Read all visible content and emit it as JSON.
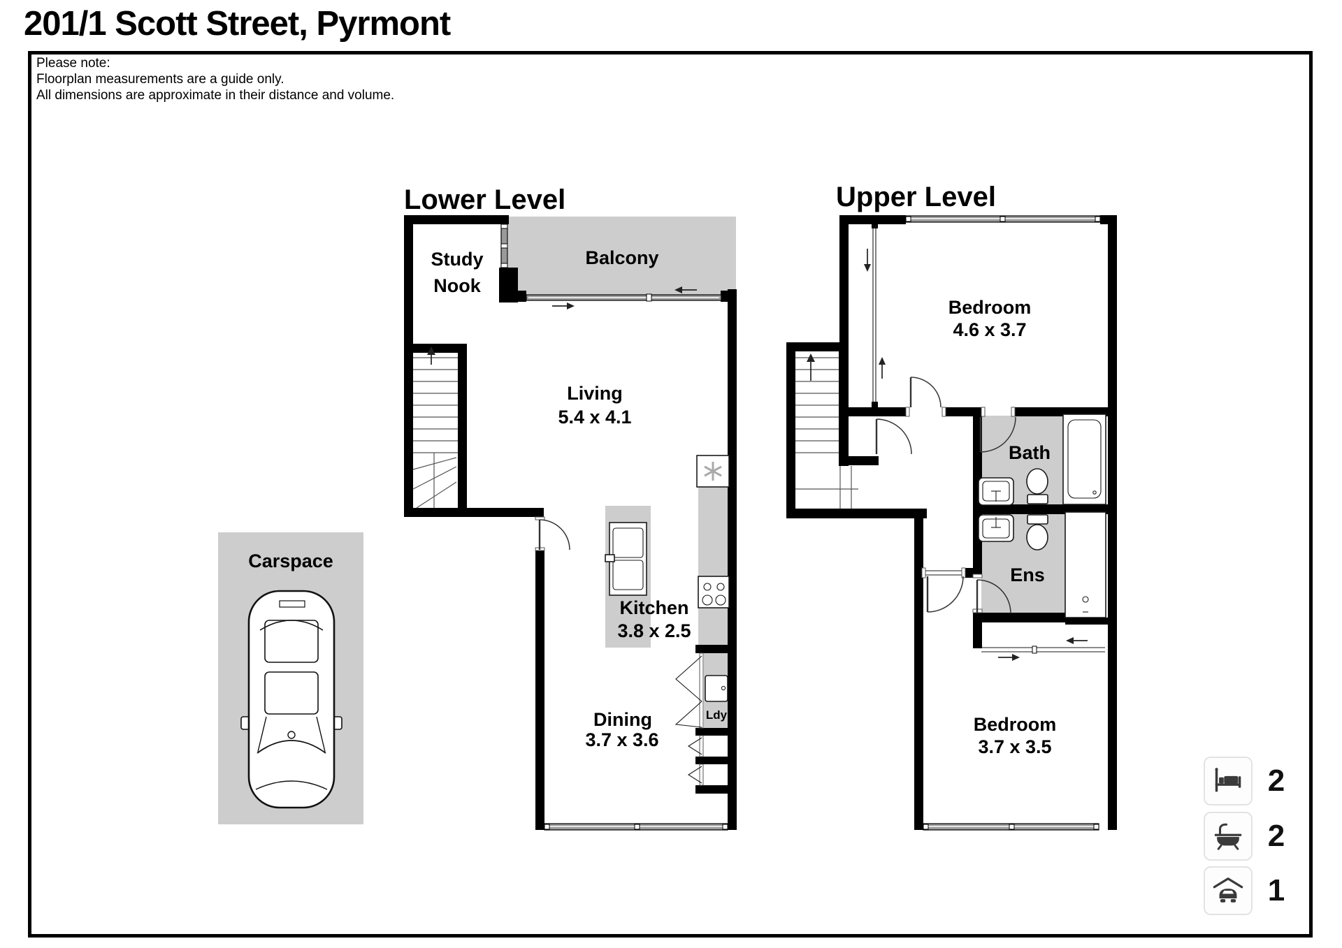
{
  "title": "201/1 Scott Street, Pyrmont",
  "note": {
    "heading": "Please note:",
    "line1": "Floorplan measurements are a guide only.",
    "line2": "All dimensions are approximate in their distance and volume."
  },
  "lower_level": {
    "heading": "Lower Level",
    "study_nook_line1": "Study",
    "study_nook_line2": "Nook",
    "balcony": "Balcony",
    "living": "Living",
    "living_dim": "5.4 x 4.1",
    "kitchen": "Kitchen",
    "kitchen_dim": "3.8 x 2.5",
    "dining": "Dining",
    "dining_dim": "3.7 x 3.6",
    "laundry": "Ldy"
  },
  "carspace": {
    "label": "Carspace"
  },
  "upper_level": {
    "heading": "Upper Level",
    "bedroom1": "Bedroom",
    "bedroom1_dim": "4.6 x 3.7",
    "bath": "Bath",
    "ensuite": "Ens",
    "bedroom2": "Bedroom",
    "bedroom2_dim": "3.7 x 3.5"
  },
  "legend": {
    "bedrooms": {
      "icon": "bed-icon",
      "count": "2"
    },
    "bathrooms": {
      "icon": "bath-icon",
      "count": "2"
    },
    "carspaces": {
      "icon": "car-garage-icon",
      "count": "1"
    }
  },
  "colors": {
    "wall": "#000000",
    "area_fill": "#cdcdcd",
    "legend_icon": "#3a3a3a"
  }
}
